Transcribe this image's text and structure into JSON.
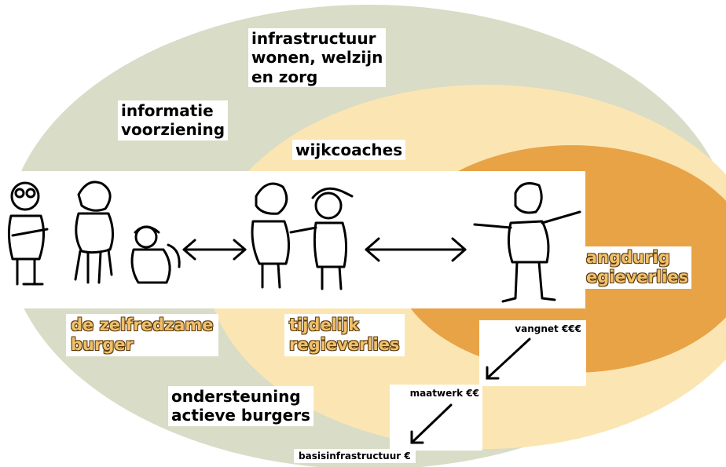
{
  "labels": {
    "infrastructure": [
      "infrastructuur",
      "wonen, welzijn",
      "en zorg"
    ],
    "information": [
      "informatie",
      "voorziening"
    ],
    "coaches": "wijkcoaches",
    "self_reliant": [
      "de zelfredzame",
      "burger"
    ],
    "temporary_loss": [
      "tijdelijk",
      "regieverlies"
    ],
    "longterm_loss": [
      "angdurig",
      "egieverlies"
    ],
    "support": [
      "ondersteuning",
      "actieve burgers"
    ],
    "safety_net": "vangnet €€€",
    "custom": "maatwerk €€",
    "basic": "basisinfrastructuur €"
  },
  "colors": {
    "outer_ellipse": "#d9dcc6",
    "middle_ellipse": "#fbe6b3",
    "inner_ellipse": "#e8a347",
    "accent_text": "#f0c06a"
  },
  "icons": [
    "person-glasses-icon",
    "person-woman-icon",
    "person-child-icon",
    "person-coach-woman-icon",
    "person-coach-cap-icon",
    "person-man-open-arms-icon",
    "double-arrow-icon"
  ]
}
